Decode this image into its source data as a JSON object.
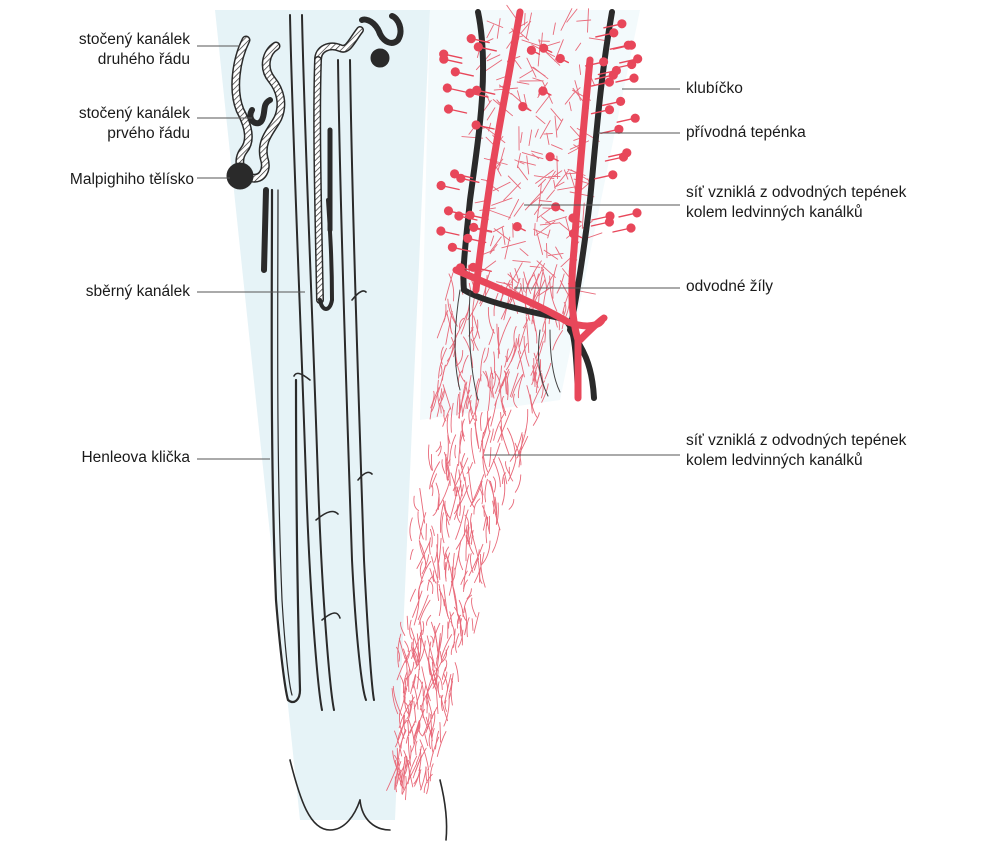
{
  "colors": {
    "background_wedge": "#e8f4f8",
    "tubule": "#2a2a2a",
    "vessel": "#e8475a",
    "capillary": "#e86a7a",
    "leader": "#555555"
  },
  "labels_left": [
    {
      "lines": [
        "stočený kanálek",
        "druhého řádu"
      ]
    },
    {
      "lines": [
        "stočený kanálek",
        "prvého řádu"
      ]
    },
    {
      "lines": [
        "Malpighiho tělísko"
      ]
    },
    {
      "lines": [
        "sběrný kanálek"
      ]
    },
    {
      "lines": [
        "Henleova klička"
      ]
    }
  ],
  "labels_right": [
    {
      "lines": [
        "klubíčko"
      ]
    },
    {
      "lines": [
        "přívodná tepénka"
      ]
    },
    {
      "lines": [
        "síť vzniklá z odvodných  tepének",
        "kolem ledvinných  kanálků"
      ]
    },
    {
      "lines": [
        "odvodné žíly"
      ]
    },
    {
      "lines": [
        "síť vzniklá z odvodných  tepének",
        "kolem ledvinných  kanálků"
      ]
    }
  ]
}
